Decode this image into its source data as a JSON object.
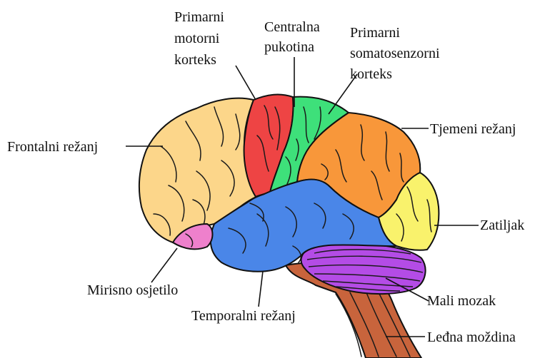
{
  "labels": {
    "motor_1": "Primarni",
    "motor_2": "motorni",
    "motor_3": "korteks",
    "central_1": "Centralna",
    "central_2": "pukotina",
    "somato_1": "Primarni",
    "somato_2": "somatosenzorni",
    "somato_3": "korteks",
    "frontal": "Frontalni režanj",
    "parietal": "Tjemeni režanj",
    "occipital": "Zatiljak",
    "olfactory": "Mirisno osjetilo",
    "cerebellum": "Mali mozak",
    "temporal": "Temporalni režanj",
    "spinal": "Leđna moždina"
  },
  "colors": {
    "frontal": "#FCD68A",
    "motor": "#EE4444",
    "somatosensory": "#3EE07A",
    "parietal": "#F8973A",
    "occipital": "#F9F26C",
    "temporal": "#4A86E8",
    "olfactory": "#EE80CC",
    "cerebellum": "#B44CE6",
    "brainstem": "#C8643C"
  }
}
